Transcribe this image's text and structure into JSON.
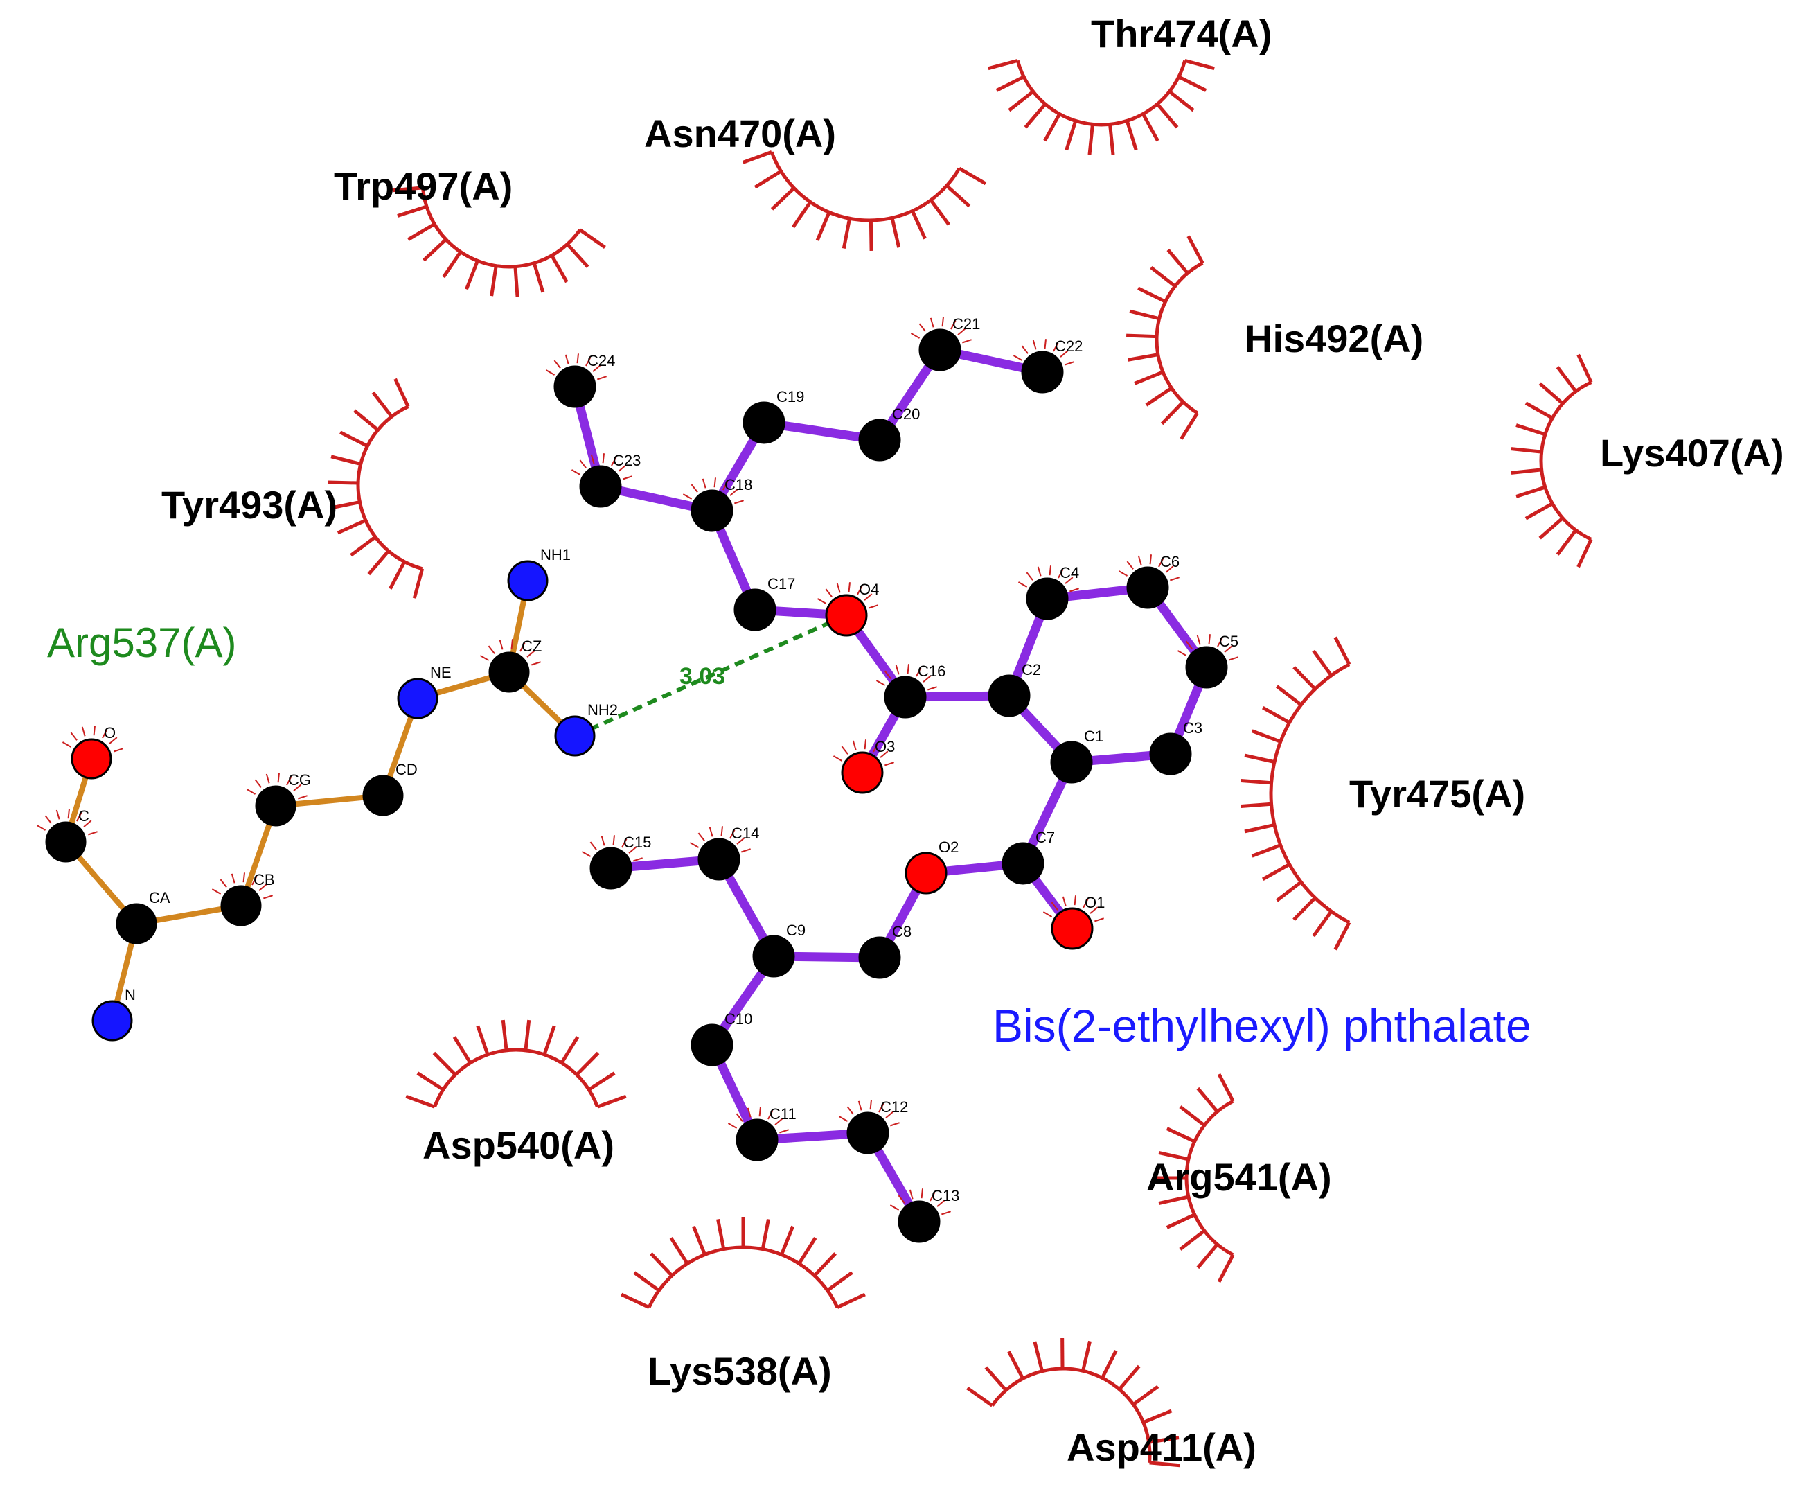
{
  "colors": {
    "ligand_bond": "#8a2be2",
    "residue_bond": "#d2861f",
    "carbon": "#000000",
    "oxygen": "#ff0000",
    "nitrogen": "#1515ff",
    "hydrophobic_arc": "#cc1f1f",
    "hbond": "#1e8a1e",
    "ligand_name": "#1a1aff",
    "hbond_residue": "#1e8a1e"
  },
  "ligand_name": "Bis(2-ethylhexyl) phthalate",
  "hbond_residue": "Arg537(A)",
  "hbond_distance": "3.03",
  "hydrophobic_residues": [
    "Thr474(A)",
    "Asn470(A)",
    "Trp497(A)",
    "His492(A)",
    "Lys407(A)",
    "Tyr493(A)",
    "Tyr475(A)",
    "Asp540(A)",
    "Arg541(A)",
    "Lys538(A)",
    "Asp411(A)"
  ],
  "ligand_atom_names": [
    "C1",
    "C2",
    "C3",
    "C4",
    "C5",
    "C6",
    "C7",
    "O1",
    "O2",
    "C8",
    "C9",
    "C10",
    "C11",
    "C12",
    "C13",
    "C14",
    "C15",
    "C16",
    "O3",
    "O4",
    "C17",
    "C18",
    "C19",
    "C20",
    "C21",
    "C22",
    "C23",
    "C24"
  ],
  "residue_atom_names": [
    "O",
    "C",
    "CA",
    "N",
    "CB",
    "CG",
    "CD",
    "NE",
    "CZ",
    "NH1",
    "NH2"
  ],
  "ligand_bonds": [
    [
      "C1",
      "C2"
    ],
    [
      "C2",
      "C4"
    ],
    [
      "C4",
      "C6"
    ],
    [
      "C6",
      "C5"
    ],
    [
      "C5",
      "C3"
    ],
    [
      "C3",
      "C1"
    ],
    [
      "C1",
      "C7"
    ],
    [
      "C7",
      "O1"
    ],
    [
      "C7",
      "O2"
    ],
    [
      "O2",
      "C8"
    ],
    [
      "C8",
      "C9"
    ],
    [
      "C9",
      "C14"
    ],
    [
      "C14",
      "C15"
    ],
    [
      "C9",
      "C10"
    ],
    [
      "C10",
      "C11"
    ],
    [
      "C11",
      "C12"
    ],
    [
      "C12",
      "C13"
    ],
    [
      "C2",
      "C16"
    ],
    [
      "C16",
      "O3"
    ],
    [
      "C16",
      "O4"
    ],
    [
      "O4",
      "C17"
    ],
    [
      "C17",
      "C18"
    ],
    [
      "C18",
      "C23"
    ],
    [
      "C23",
      "C24"
    ],
    [
      "C18",
      "C19"
    ],
    [
      "C19",
      "C20"
    ],
    [
      "C20",
      "C21"
    ],
    [
      "C21",
      "C22"
    ]
  ],
  "residue_bonds": [
    [
      "O",
      "C"
    ],
    [
      "C",
      "CA"
    ],
    [
      "CA",
      "N"
    ],
    [
      "CA",
      "CB"
    ],
    [
      "CB",
      "CG"
    ],
    [
      "CG",
      "CD"
    ],
    [
      "CD",
      "NE"
    ],
    [
      "NE",
      "CZ"
    ],
    [
      "CZ",
      "NH1"
    ],
    [
      "CZ",
      "NH2"
    ]
  ],
  "hbond": [
    "NH2",
    "O4"
  ]
}
